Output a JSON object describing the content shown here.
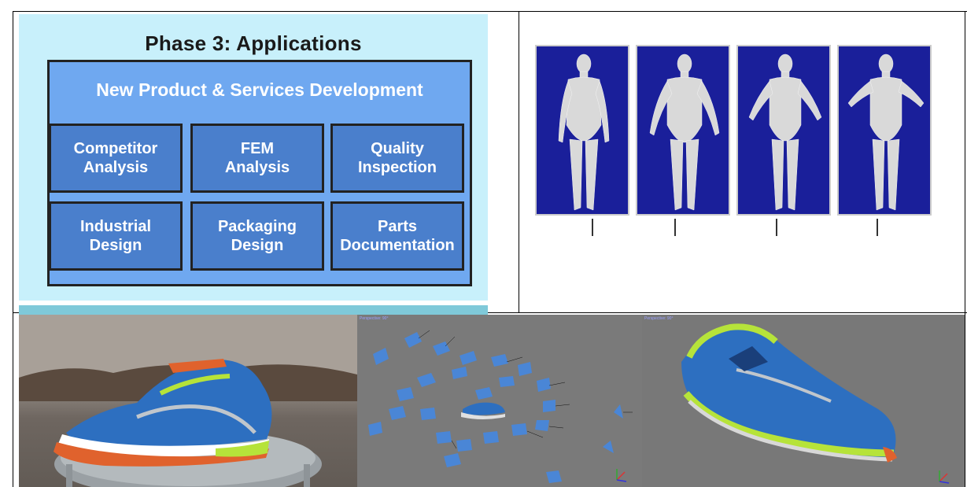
{
  "phase_diagram": {
    "title": "Phase 3: Applications",
    "subtitle": "New Product & Services Development",
    "cells": [
      {
        "label": "Competitor\nAnalysis"
      },
      {
        "label": "FEM\nAnalysis"
      },
      {
        "label": "Quality\nInspection"
      },
      {
        "label": "Industrial\nDesign"
      },
      {
        "label": "Packaging\nDesign"
      },
      {
        "label": "Parts\nDocumentation"
      }
    ]
  },
  "body_scans": {
    "count": 4,
    "colors": {
      "background": "#1a1f9a",
      "figure": "#d8d8d8"
    }
  },
  "photogrammetry": {
    "viewport_labels": [
      "Perspective: 90°",
      "Perspective: 90°"
    ],
    "colors": {
      "shoe_blue": "#2d6fc0",
      "shoe_green": "#b6e33a",
      "shoe_orange": "#e0622d",
      "camera_plane": "#4a86d6"
    }
  }
}
